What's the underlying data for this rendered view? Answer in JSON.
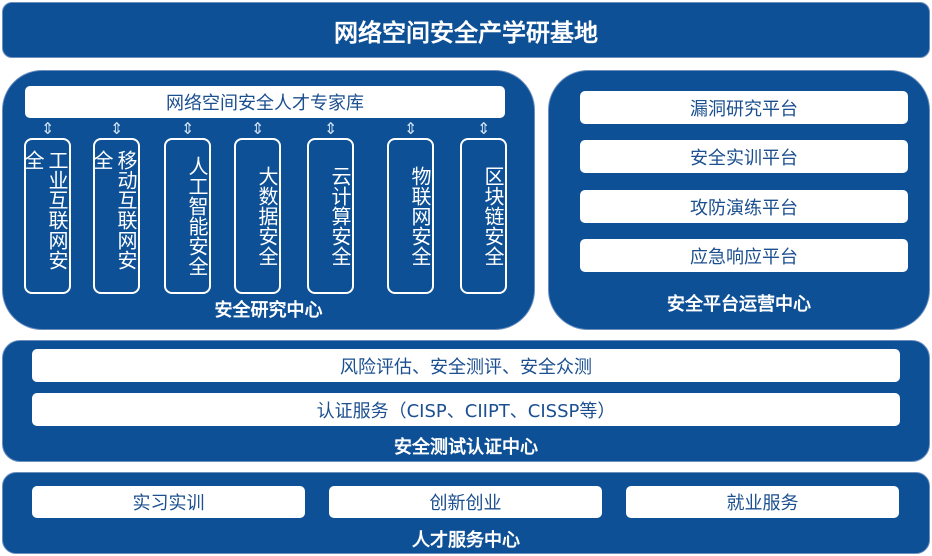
{
  "title": "网络空间安全产学研基地",
  "research": {
    "label": "安全研究中心",
    "expert_db": "网络空间安全人才专家库",
    "items": [
      "工业互联网安全",
      "移动互联网安全",
      "人工智能安全",
      "大数据安全",
      "云计算安全",
      "物联网安全",
      "区块链安全"
    ]
  },
  "platform": {
    "label": "安全平台运营中心",
    "items": [
      "漏洞研究平台",
      "安全实训平台",
      "攻防演练平台",
      "应急响应平台"
    ]
  },
  "testing": {
    "label": "安全测试认证中心",
    "items": [
      "风险评估、安全测评、安全众测",
      "认证服务（CISP、CIIPT、CISSP等）"
    ]
  },
  "talent": {
    "label": "人才服务中心",
    "items": [
      "实习实训",
      "创新创业",
      "就业服务"
    ]
  },
  "colors": {
    "primary": "#0e5096",
    "text": "#1b4f8f"
  }
}
